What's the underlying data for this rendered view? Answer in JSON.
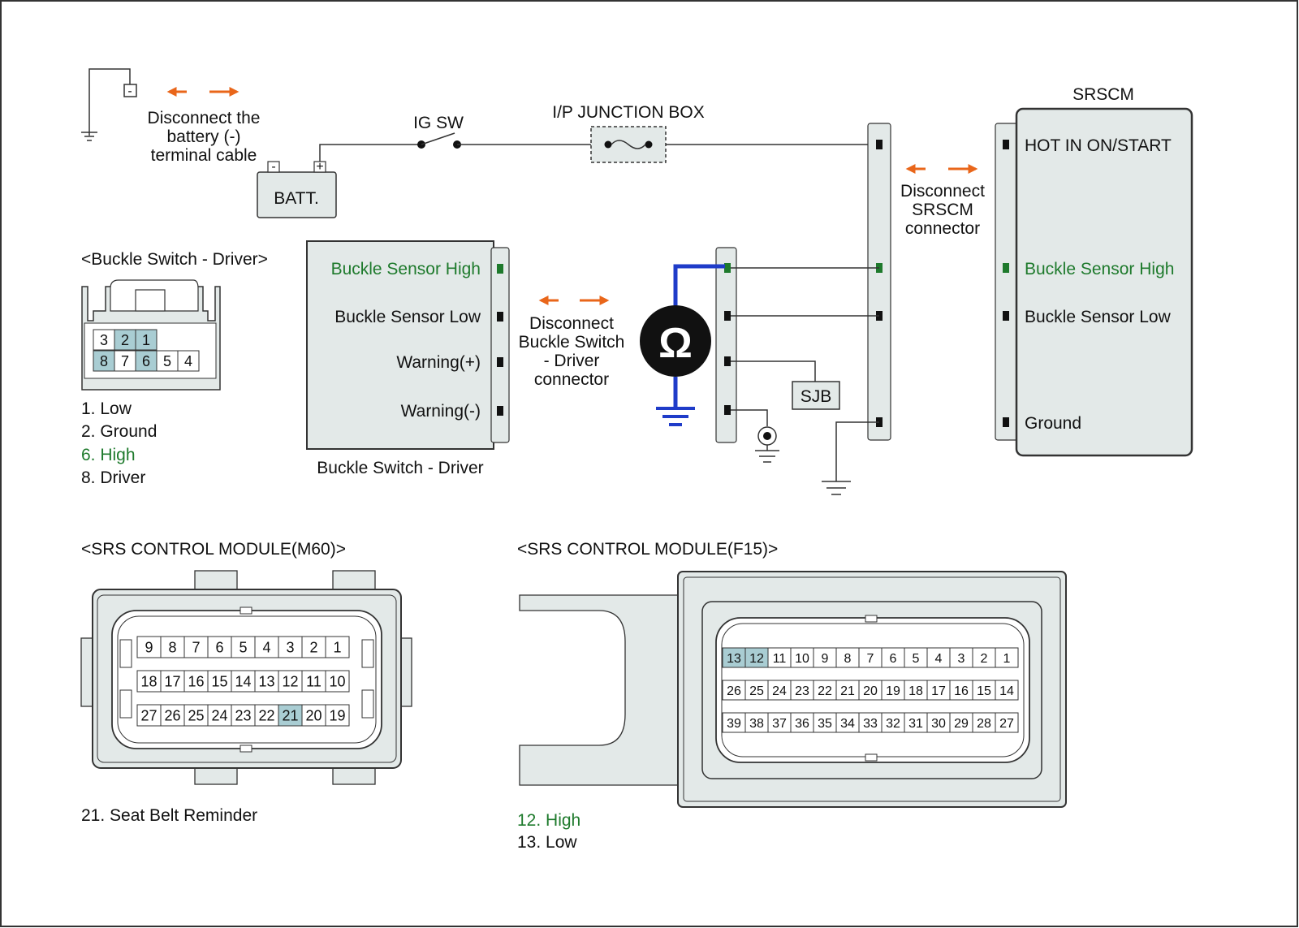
{
  "colors": {
    "frame_border": "#333333",
    "connector_fill": "#e3e9e8",
    "pin_highlight": "#a9cdd3",
    "signal_green": "#1e7a2c",
    "meter_wire_blue": "#1f3cc9",
    "action_arrow": "#e9661a",
    "wire": "#333333"
  },
  "battery_section": {
    "disconnect_note": [
      "Disconnect the",
      "battery (-)",
      "terminal cable"
    ],
    "battery_label": "BATT.",
    "battery_minus": "-",
    "battery_plus": "+",
    "cable_minus": "-",
    "ignition_switch_label": "IG SW",
    "junction_box_label": "I/P JUNCTION BOX"
  },
  "srscm": {
    "title": "SRSCM",
    "disconnect_note": [
      "Disconnect",
      "SRSCM",
      "connector"
    ],
    "pins": {
      "hot": "HOT IN ON/START",
      "high": "Buckle Sensor High",
      "low": "Buckle Sensor Low",
      "ground": "Ground"
    }
  },
  "buckle_switch": {
    "section_title": "<Buckle Switch - Driver>",
    "component_label": "Buckle Switch - Driver",
    "pins": {
      "high": "Buckle Sensor High",
      "low": "Buckle Sensor Low",
      "warn_plus": "Warning(+)",
      "warn_minus": "Warning(-)"
    },
    "disconnect_note": [
      "Disconnect",
      "Buckle Switch",
      "- Driver",
      "connector"
    ],
    "connector_top_row": [
      "3",
      "2",
      "1"
    ],
    "connector_bottom_row": [
      "8",
      "7",
      "6",
      "5",
      "4"
    ],
    "connector_highlighted": [
      "2",
      "1",
      "8",
      "6"
    ],
    "legend": [
      "1. Low",
      "2. Ground",
      "6. High",
      "8. Driver"
    ],
    "legend_highlight_index": 2
  },
  "meter": {
    "symbol": "Ω",
    "sjb_label": "SJB"
  },
  "m60": {
    "title": "<SRS CONTROL MODULE(M60)>",
    "rows": [
      [
        "9",
        "8",
        "7",
        "6",
        "5",
        "4",
        "3",
        "2",
        "1"
      ],
      [
        "18",
        "17",
        "16",
        "15",
        "14",
        "13",
        "12",
        "11",
        "10"
      ],
      [
        "27",
        "26",
        "25",
        "24",
        "23",
        "22",
        "21",
        "20",
        "19"
      ]
    ],
    "highlighted": [
      "21"
    ],
    "legend": [
      "21. Seat Belt Reminder"
    ]
  },
  "f15": {
    "title": "<SRS CONTROL MODULE(F15)>",
    "rows": [
      [
        "13",
        "12",
        "11",
        "10",
        "9",
        "8",
        "7",
        "6",
        "5",
        "4",
        "3",
        "2",
        "1"
      ],
      [
        "26",
        "25",
        "24",
        "23",
        "22",
        "21",
        "20",
        "19",
        "18",
        "17",
        "16",
        "15",
        "14"
      ],
      [
        "39",
        "38",
        "37",
        "36",
        "35",
        "34",
        "33",
        "32",
        "31",
        "30",
        "29",
        "28",
        "27"
      ]
    ],
    "highlighted": [
      "13",
      "12"
    ],
    "legend": [
      "12. High",
      "13. Low"
    ],
    "legend_highlight_index": 0
  }
}
